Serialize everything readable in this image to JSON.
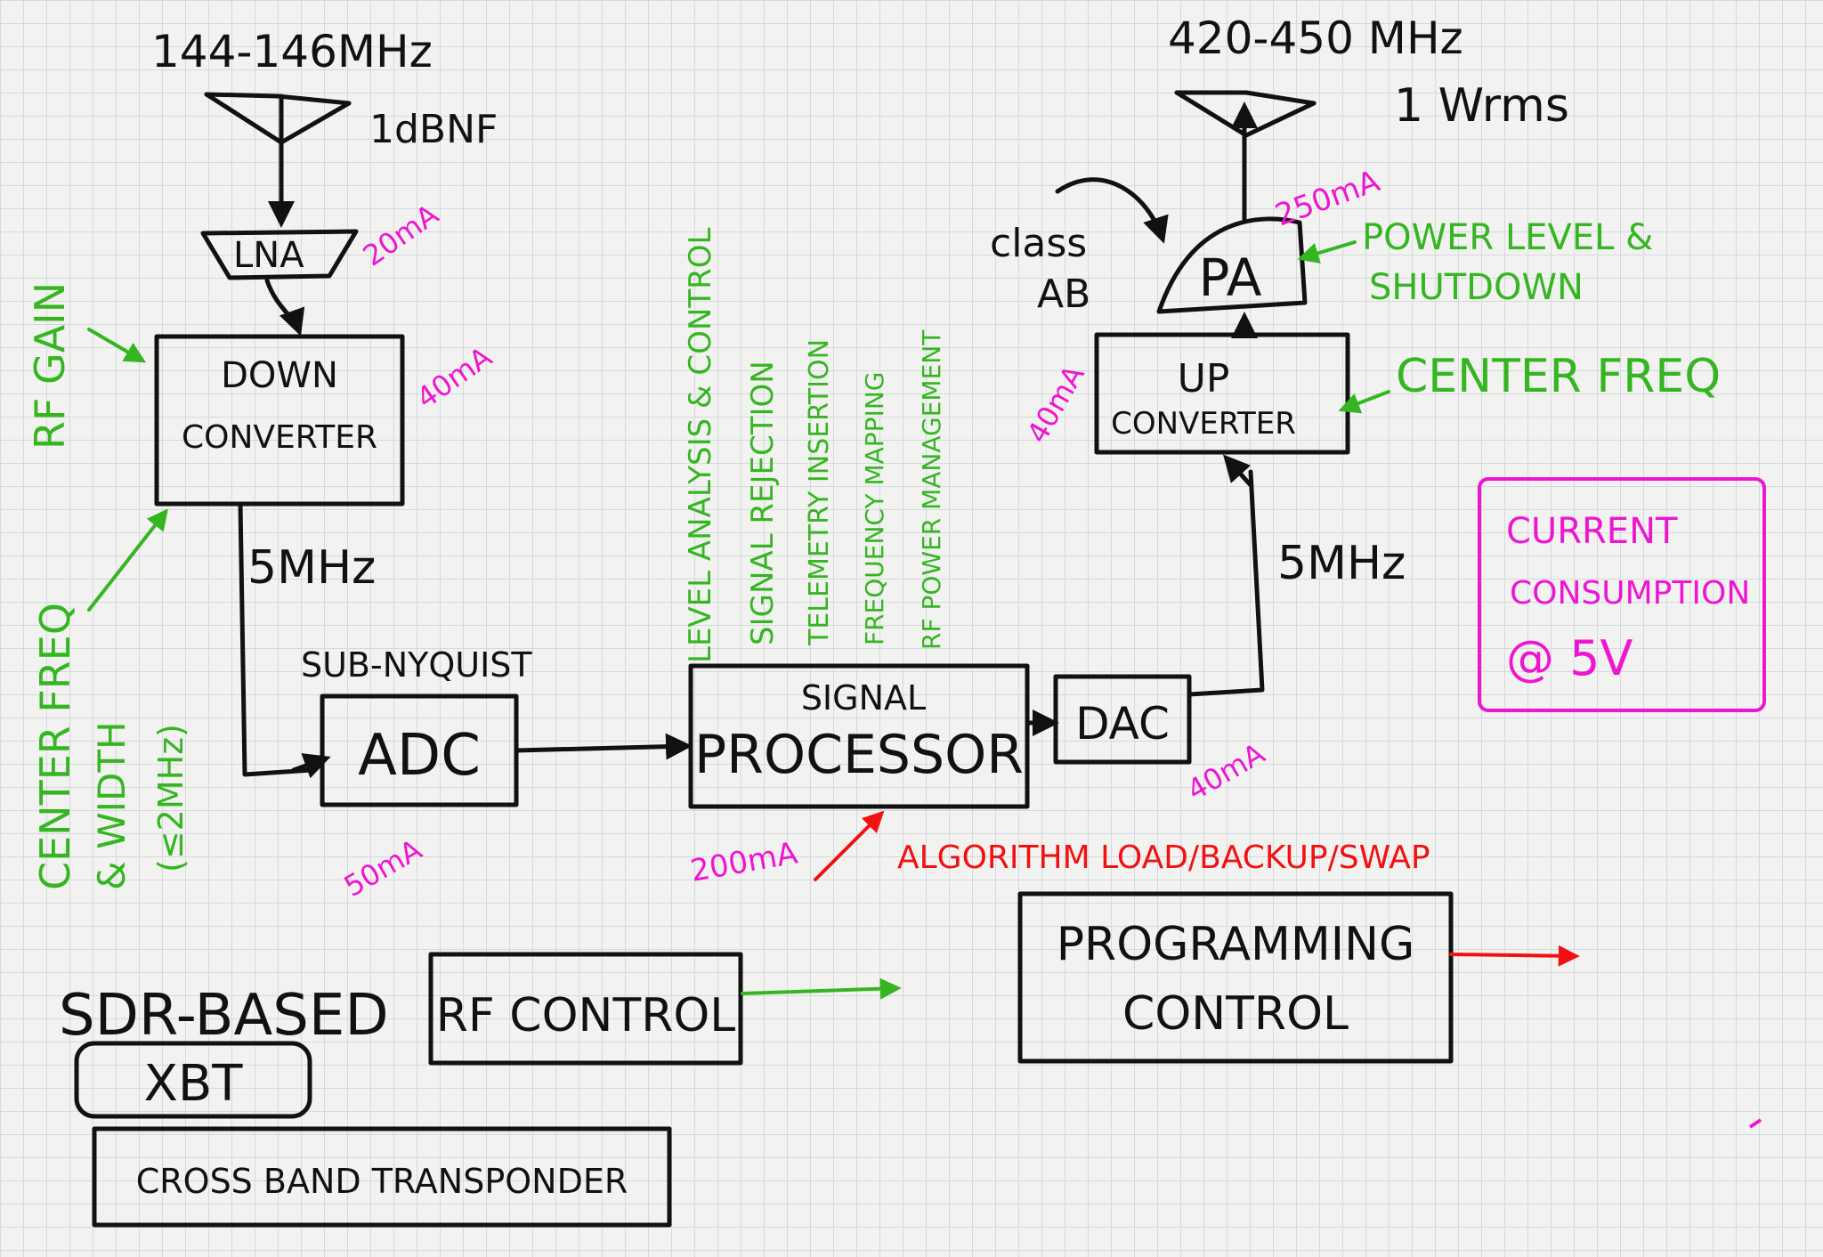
{
  "colors": {
    "ink": "#111111",
    "green": "#35b521",
    "magenta": "#ee15d2",
    "red": "#f01212",
    "paper": "#f2f3f1"
  },
  "rx_antenna": {
    "freq": "144-146MHz",
    "spec": "1dBNF"
  },
  "tx_antenna": {
    "freq": "420-450 MHz",
    "spec": "1 Wrms"
  },
  "blocks": {
    "lna": "LNA",
    "down_converter": [
      "DOWN",
      "CONVERTER"
    ],
    "adc": "ADC",
    "adc_note": "SUB-NYQUIST",
    "signal_processor": [
      "SIGNAL",
      "PROCESSOR"
    ],
    "dac": "DAC",
    "up_converter": [
      "UP",
      "CONVERTER"
    ],
    "pa": "PA",
    "pa_class": [
      "class",
      "AB"
    ],
    "rf_control": "RF CONTROL",
    "programming_control": [
      "PROGRAMMING",
      "CONTROL"
    ]
  },
  "links": {
    "if_in": "5MHz",
    "if_out": "5MHz"
  },
  "currents": {
    "lna": "20mA",
    "down_converter": "40mA",
    "adc": "50mA",
    "signal_processor": "200mA",
    "dac": "40mA",
    "up_converter": "40mA",
    "pa": "250mA"
  },
  "current_note": [
    "CURRENT",
    "CONSUMPTION",
    "@ 5V"
  ],
  "controls": {
    "rf_gain": "RF GAIN",
    "center_freq_bw": [
      "CENTER FREQ",
      "& WIDTH",
      "(≤2MHz)"
    ],
    "up_center_freq": "CENTER FREQ",
    "pa_power": [
      "POWER LEVEL &",
      "SHUTDOWN"
    ],
    "algorithm": "ALGORITHM LOAD/BACKUP/SWAP"
  },
  "processor_functions": [
    "LEVEL ANALYSIS & CONTROL",
    "SIGNAL REJECTION",
    "TELEMETRY INSERTION",
    "FREQUENCY MAPPING",
    "RF POWER MANAGEMENT"
  ],
  "title": {
    "line1": "SDR-BASED",
    "line2": "XBT",
    "line3": "CROSS BAND TRANSPONDER"
  }
}
